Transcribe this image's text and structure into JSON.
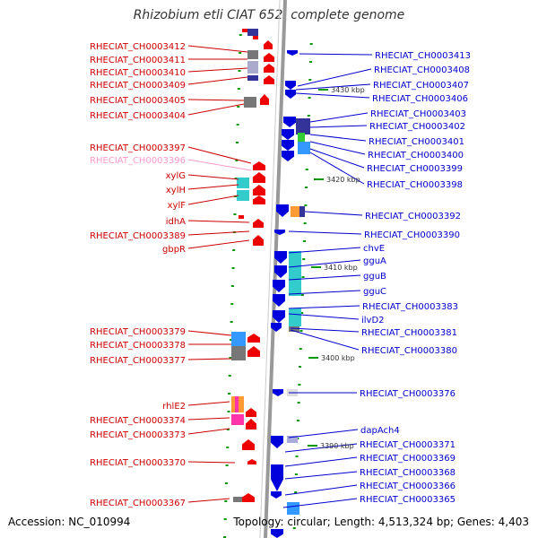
{
  "title": "Rhizobium etli CIAT 652, complete genome",
  "accession": "Accession: NC_010994",
  "topology": "Topology: circular; Length: 4,513,324 bp; Genes: 4,403",
  "colors": {
    "forward_gene": "#ee0000",
    "reverse_gene": "#0000dd",
    "highlight_gene": "#ff99cc",
    "label_forward": "#cc0000",
    "label_reverse": "#0000cc",
    "backbone": "#999999",
    "cog_teal": "#33cccc",
    "cog_gray": "#777777",
    "cog_navy": "#333399",
    "cog_orange": "#ff9933",
    "cog_magenta": "#ff33aa",
    "cog_green": "#33cc33",
    "cog_blue": "#3399ff",
    "tick_green": "#009900"
  },
  "scale_labels": [
    "3430 kbp",
    "3420 kbp",
    "3410 kbp",
    "3400 kbp",
    "3390 kbp"
  ],
  "left_labels": [
    {
      "text": "RHECIAT_CH0003412",
      "style": "fwd"
    },
    {
      "text": "RHECIAT_CH0003411",
      "style": "fwd"
    },
    {
      "text": "RHECIAT_CH0003410",
      "style": "fwd"
    },
    {
      "text": "RHECIAT_CH0003409",
      "style": "fwd"
    },
    {
      "text": "RHECIAT_CH0003405",
      "style": "fwd"
    },
    {
      "text": "RHECIAT_CH0003404",
      "style": "fwd"
    },
    {
      "text": "RHECIAT_CH0003397",
      "style": "fwd"
    },
    {
      "text": "RHECIAT_CH0003396",
      "style": "hl"
    },
    {
      "text": "xylG",
      "style": "fwd"
    },
    {
      "text": "xylH",
      "style": "fwd"
    },
    {
      "text": "xylF",
      "style": "fwd"
    },
    {
      "text": "idhA",
      "style": "fwd"
    },
    {
      "text": "RHECIAT_CH0003389",
      "style": "fwd"
    },
    {
      "text": "gbpR",
      "style": "fwd"
    },
    {
      "text": "RHECIAT_CH0003379",
      "style": "fwd"
    },
    {
      "text": "RHECIAT_CH0003378",
      "style": "fwd"
    },
    {
      "text": "RHECIAT_CH0003377",
      "style": "fwd"
    },
    {
      "text": "rhlE2",
      "style": "fwd"
    },
    {
      "text": "RHECIAT_CH0003374",
      "style": "fwd"
    },
    {
      "text": "RHECIAT_CH0003373",
      "style": "fwd"
    },
    {
      "text": "RHECIAT_CH0003370",
      "style": "fwd"
    },
    {
      "text": "RHECIAT_CH0003367",
      "style": "fwd"
    }
  ],
  "right_labels": [
    {
      "text": "RHECIAT_CH0003413"
    },
    {
      "text": "RHECIAT_CH0003408"
    },
    {
      "text": "RHECIAT_CH0003407"
    },
    {
      "text": "RHECIAT_CH0003406"
    },
    {
      "text": "RHECIAT_CH0003403"
    },
    {
      "text": "RHECIAT_CH0003402"
    },
    {
      "text": "RHECIAT_CH0003401"
    },
    {
      "text": "RHECIAT_CH0003400"
    },
    {
      "text": "RHECIAT_CH0003399"
    },
    {
      "text": "RHECIAT_CH0003398"
    },
    {
      "text": "RHECIAT_CH0003392"
    },
    {
      "text": "RHECIAT_CH0003390"
    },
    {
      "text": "chvE"
    },
    {
      "text": "gguA"
    },
    {
      "text": "gguB"
    },
    {
      "text": "gguC"
    },
    {
      "text": "RHECIAT_CH0003383"
    },
    {
      "text": "ilvD2"
    },
    {
      "text": "RHECIAT_CH0003381"
    },
    {
      "text": "RHECIAT_CH0003380"
    },
    {
      "text": "RHECIAT_CH0003376"
    },
    {
      "text": "dapAch4"
    },
    {
      "text": "RHECIAT_CH0003371"
    },
    {
      "text": "RHECIAT_CH0003369"
    },
    {
      "text": "RHECIAT_CH0003368"
    },
    {
      "text": "RHECIAT_CH0003366"
    },
    {
      "text": "RHECIAT_CH0003365"
    }
  ]
}
